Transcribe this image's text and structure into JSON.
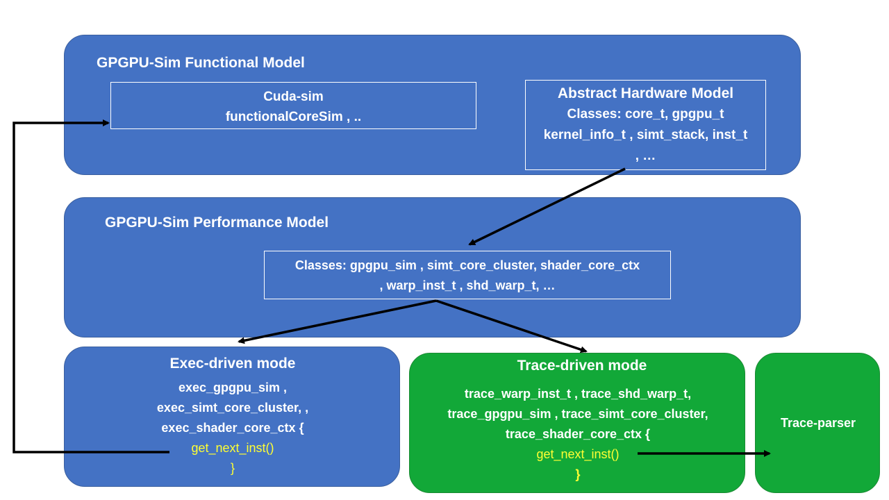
{
  "functional": {
    "title": "GPGPU-Sim Functional Model",
    "cuda": {
      "line1": "Cuda-sim",
      "line2": "functionalCoreSim , .."
    },
    "abstract": {
      "title": "Abstract Hardware Model",
      "line1": "Classes: core_t, gpgpu_t",
      "line2": "kernel_info_t , simt_stack, inst_t",
      "line3": ", …"
    }
  },
  "performance": {
    "title": "GPGPU-Sim Performance Model",
    "classes": {
      "line1": "Classes: gpgpu_sim , simt_core_cluster,  shader_core_ctx",
      "line2": ", warp_inst_t , shd_warp_t, …"
    }
  },
  "exec": {
    "title": "Exec-driven mode",
    "line1": "exec_gpgpu_sim ,",
    "line2": "exec_simt_core_cluster, ,",
    "line3": "exec_shader_core_ctx {",
    "line4": "get_next_inst()",
    "line5": "}"
  },
  "trace": {
    "title": "Trace-driven mode",
    "line1": "trace_warp_inst_t , trace_shd_warp_t,",
    "line2": "trace_gpgpu_sim , trace_simt_core_cluster,",
    "line3": "trace_shader_core_ctx {",
    "line4": "get_next_inst()",
    "line5": "}"
  },
  "parser": {
    "label": "Trace-parser"
  },
  "colors": {
    "blue": "#4472c4",
    "green": "#12a838",
    "highlight": "#ffff33"
  }
}
